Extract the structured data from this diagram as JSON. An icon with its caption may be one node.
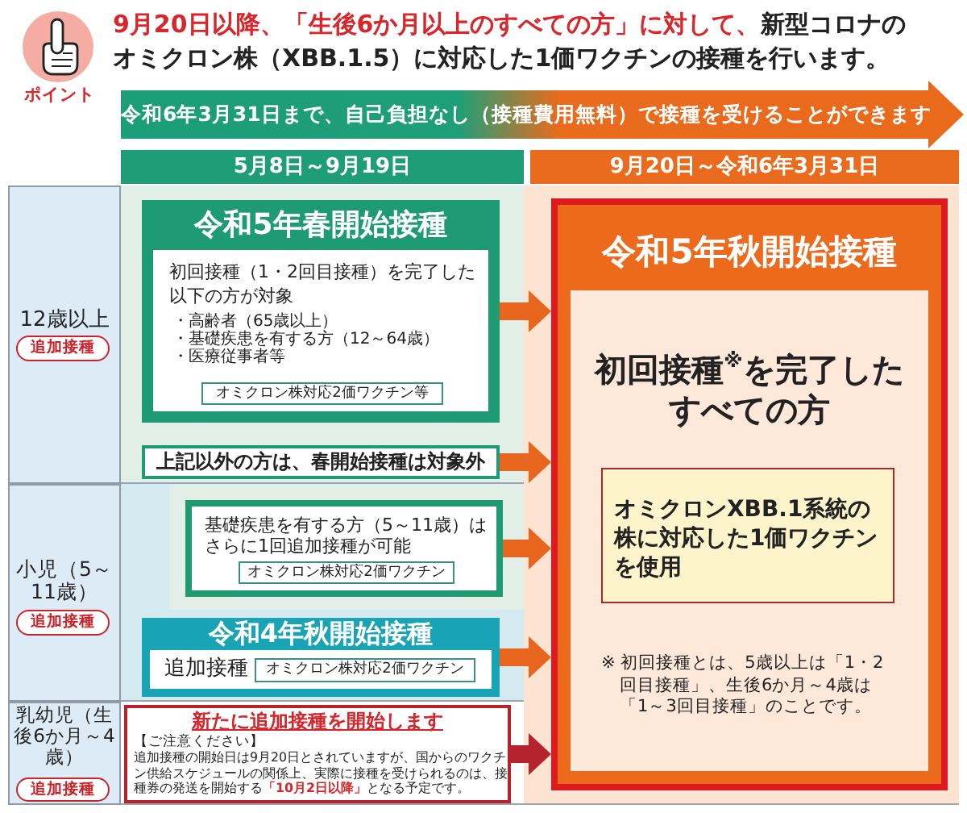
{
  "diagram": {
    "title": "**9月20日以降、「生後6か月以上のすべての方」に対して、**新型コロナのオミクロン株（XBB.1.5）に対応した1価ワクチンの接種を行います。",
    "nodes": [
      {
        "text": [
          "令和6年3月31日まで、自己負担なし（接種費用無料）で接種を受けることができます"
        ]
      },
      {
        "text": [
          "5月8日～9月19日"
        ]
      },
      {
        "text": [
          "9月20日～令和6年3月31日"
        ]
      },
      {
        "text": [
          "12歳以上"
        ]
      },
      {
        "text": [
          "追加接種"
        ],
        "in": 3
      },
      {
        "text": [
          "令和5年春開始接種"
        ]
      },
      {
        "text": [
          "初回接種（1・2回目接種）を完了した以下の方が対象",
          "・高齢者（65歳以上）",
          "・基礎疾患を有する方（12～64歳）",
          "・医療従事者等"
        ],
        "in": 5
      },
      {
        "text": [
          "オミクロン株対応2価ワクチン等"
        ],
        "in": 6
      },
      {
        "text": [
          "上記以外の方は、春開始接種は対象外"
        ]
      },
      {
        "text": [
          "令和5年秋開始接種",
          "初回接種$^{※}$を完了したすべての方",
          "※ 初回接種とは、5歳以上は「1・2回目接種」、生後6か月～4歳は「1～3回目接種」のことです。"
        ]
      },
      {
        "text": [
          "オミクロンXBB.1系統の株に対応した1価ワクチンを使用"
        ],
        "in": 9
      },
      {
        "text": [
          "小児（5～11歳）"
        ]
      },
      {
        "text": [
          "追加接種"
        ],
        "in": 11
      },
      {
        "text": [
          "基礎疾患を有する方（5～11歳）はさらに1回追加接種が可能"
        ]
      },
      {
        "text": [
          "オミクロン株対応2価ワクチン"
        ],
        "in": 13
      },
      {
        "text": [
          "令和4年秋開始接種"
        ]
      },
      {
        "text": [
          "追加接種"
        ],
        "in": 15
      },
      {
        "text": [
          "オミクロン株対応2価ワクチン"
        ],
        "in": 16
      },
      {
        "text": [
          "乳幼児（生後6か月～4歳）"
        ]
      },
      {
        "text": [
          "追加接種"
        ],
        "in": 18
      },
      {
        "text": [
          "新たに追加接種を開始します",
          "【ご注意ください】",
          "追加接種の開始日は9月20日とされていますが、国からのワクチン供給スケジュールの関係上、実際に接種を受けられるのは、接種券の発送を開始する**「10月2日以降」**となる予定です。"
        ]
      }
    ],
    "edges": [
      {
        "from": 5,
        "to": 9,
        "arrow": "to"
      },
      {
        "from": 8,
        "to": 9,
        "arrow": "to"
      },
      {
        "from": 13,
        "to": 9,
        "arrow": "to"
      },
      {
        "from": 15,
        "to": 9,
        "arrow": "to"
      },
      {
        "from": 20,
        "to": 9,
        "arrow": "to",
        "color": "#b5232e"
      }
    ],
    "labels": [
      "ポイント"
    ]
  }
}
